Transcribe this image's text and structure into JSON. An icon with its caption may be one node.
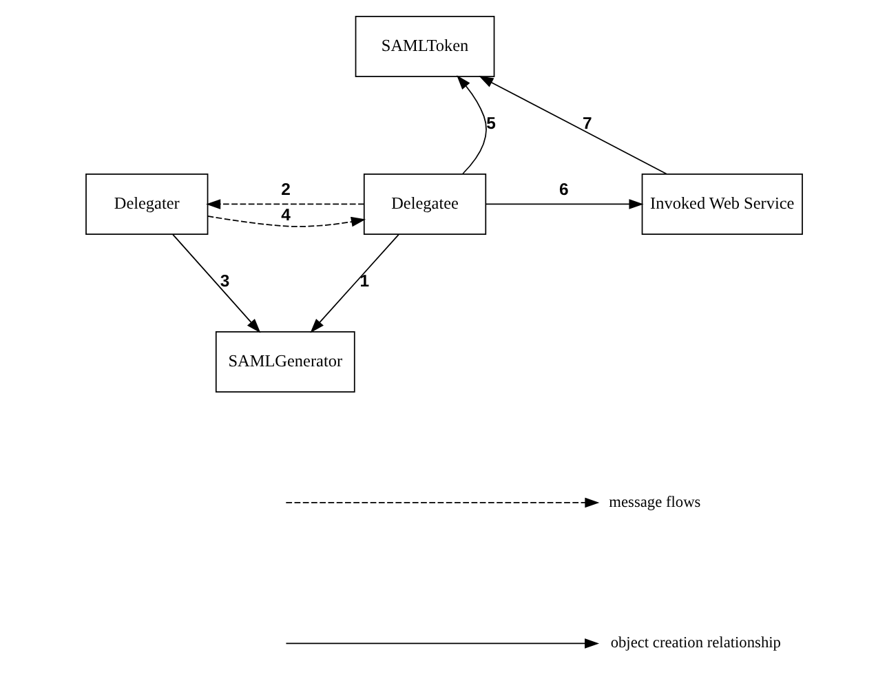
{
  "diagram": {
    "nodes": [
      {
        "text": [
          "SAMLToken"
        ]
      },
      {
        "text": [
          "Delegater"
        ]
      },
      {
        "text": [
          "Delegatee"
        ]
      },
      {
        "text": [
          "Invoked Web Service"
        ]
      },
      {
        "text": [
          "SAMLGenerator"
        ]
      }
    ],
    "edges": [
      {
        "from": 2,
        "to": 4,
        "arrow": "to",
        "label": "1"
      },
      {
        "from": 2,
        "to": 1,
        "arrow": "to",
        "label": "2",
        "style": "dashed"
      },
      {
        "from": 1,
        "to": 4,
        "arrow": "to",
        "label": "3"
      },
      {
        "from": 1,
        "to": 2,
        "arrow": "to",
        "label": "4",
        "style": "dashed"
      },
      {
        "from": 2,
        "to": 0,
        "arrow": "to",
        "label": "5"
      },
      {
        "from": 2,
        "to": 3,
        "arrow": "to",
        "label": "6"
      },
      {
        "from": 3,
        "to": 0,
        "arrow": "to",
        "label": "7"
      }
    ],
    "legend": [
      {
        "text": "message flows"
      },
      {
        "text": "object creation relationship"
      }
    ]
  }
}
